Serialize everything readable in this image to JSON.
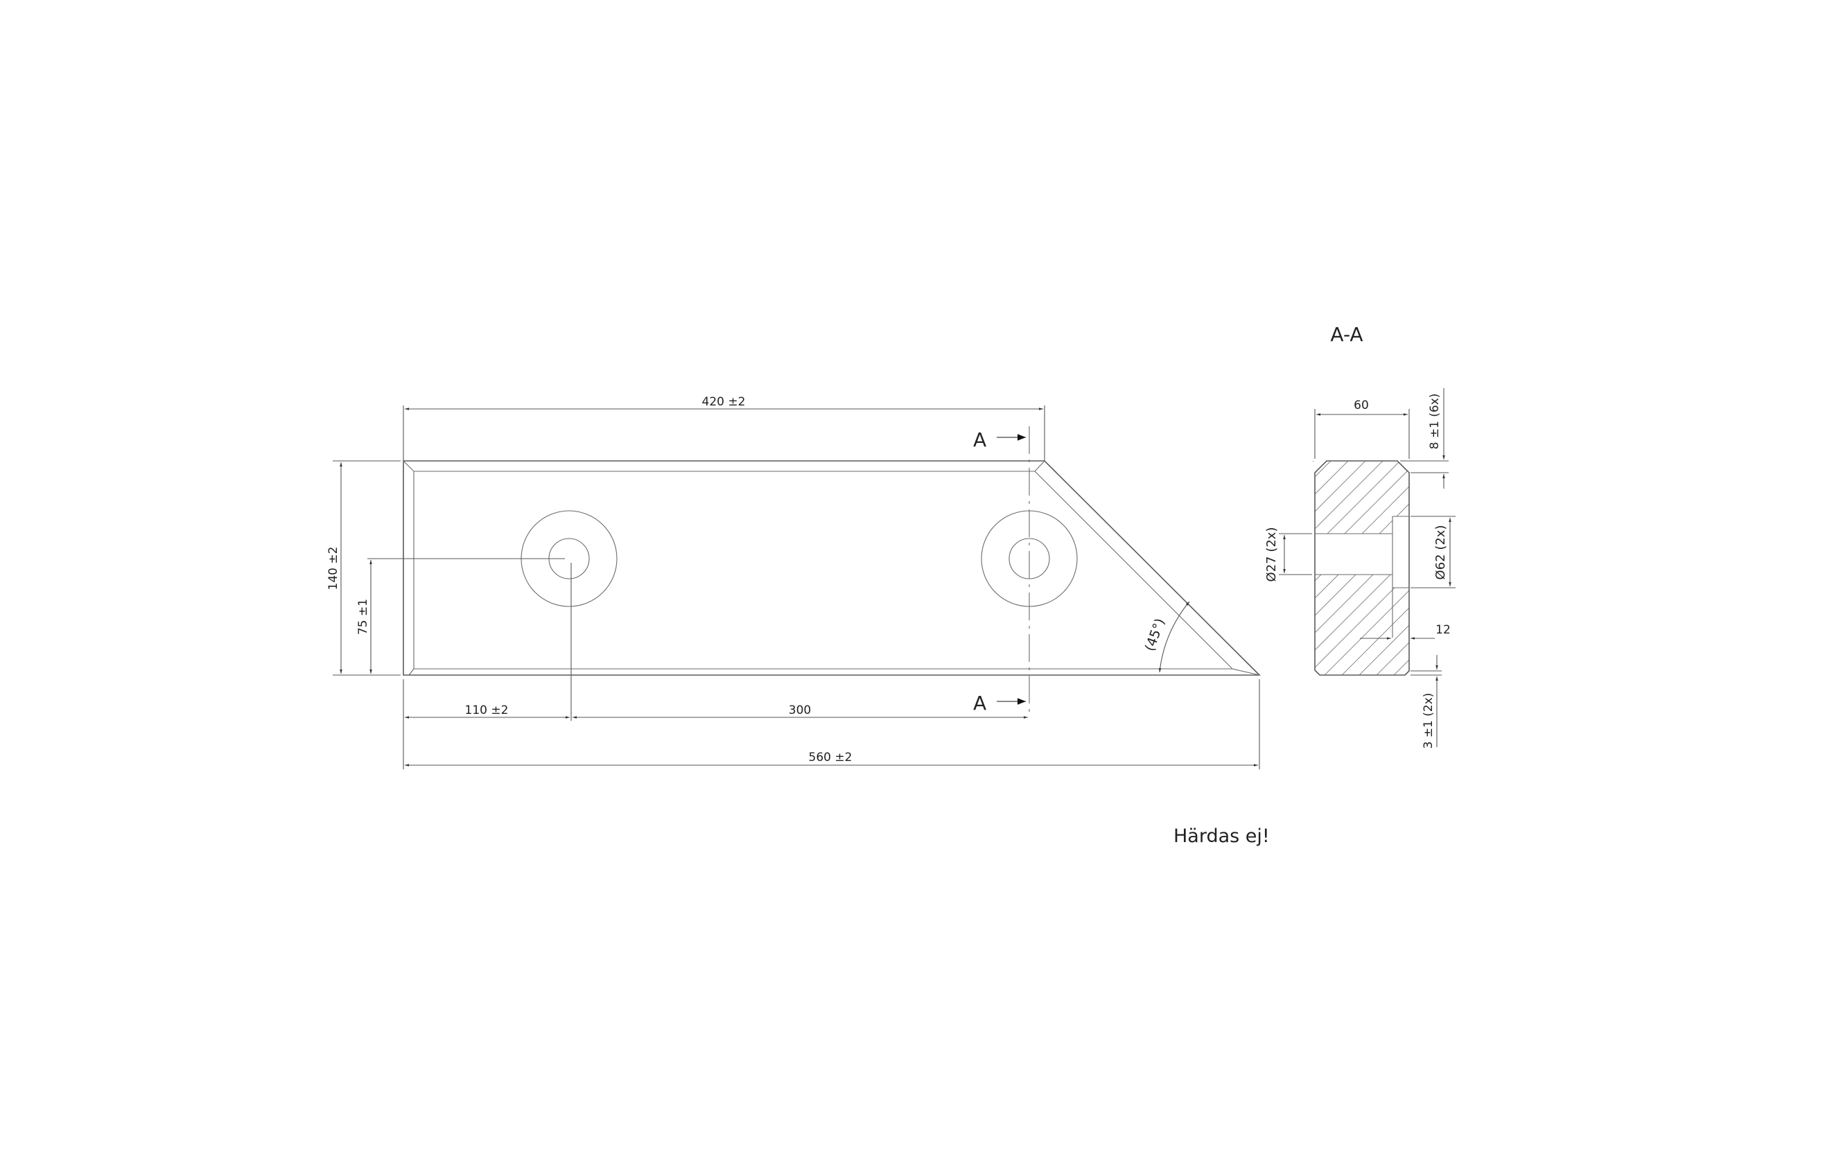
{
  "drawing": {
    "section_label": "A-A",
    "note": "Härdas ej!",
    "section_marker": "A",
    "dimensions": {
      "top_length": "420 ±2",
      "overall_length": "560 ±2",
      "hole_offset": "110 ±2",
      "hole_spacing": "300",
      "height": "140 ±2",
      "hole_height": "75 ±1",
      "angle": "(45°)",
      "thickness": "60",
      "chamfer_top": "8 ±1 (6x)",
      "chamfer_bottom": "3 ±1 (2x)",
      "through_hole": "Ø27 (2x)",
      "counterbore": "Ø62 (2x)",
      "counterbore_depth": "12"
    }
  }
}
